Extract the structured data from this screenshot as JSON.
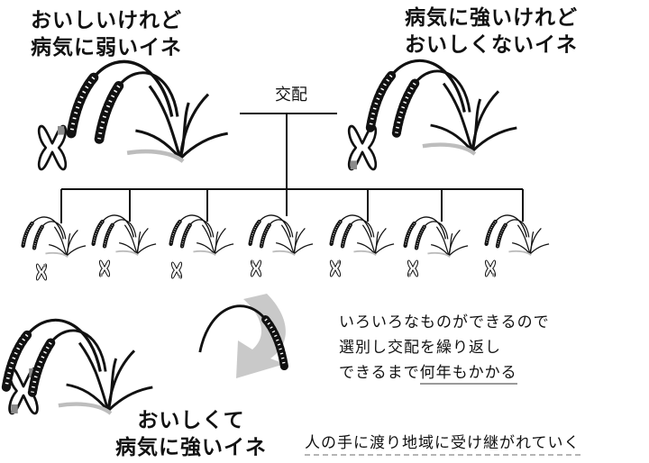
{
  "labels": {
    "parent_left_line1": "おいしいけれど",
    "parent_left_line2": "病気に弱いイネ",
    "parent_right_line1": "病気に強いけれど",
    "parent_right_line2": "おいしくないイネ",
    "cross": "交配",
    "result_line1": "おいしくて",
    "result_line2": "病気に強いイネ"
  },
  "notes": {
    "line1": "いろいろなものができるので",
    "line2": "選別し交配を繰り返し",
    "line3_prefix": "できるまで",
    "line3_underlined": "何年もかかる",
    "bottom": "人の手に渡り地域に受け継がれていく"
  },
  "colors": {
    "ink": "#111111",
    "mark_gray": "#8a8a8a",
    "arrow_gray": "#c9c9c9",
    "shadow_gray": "#bdbdbd"
  },
  "icons": [
    "rice-plant-icon",
    "chromosome-icon",
    "curved-arrow-icon"
  ]
}
